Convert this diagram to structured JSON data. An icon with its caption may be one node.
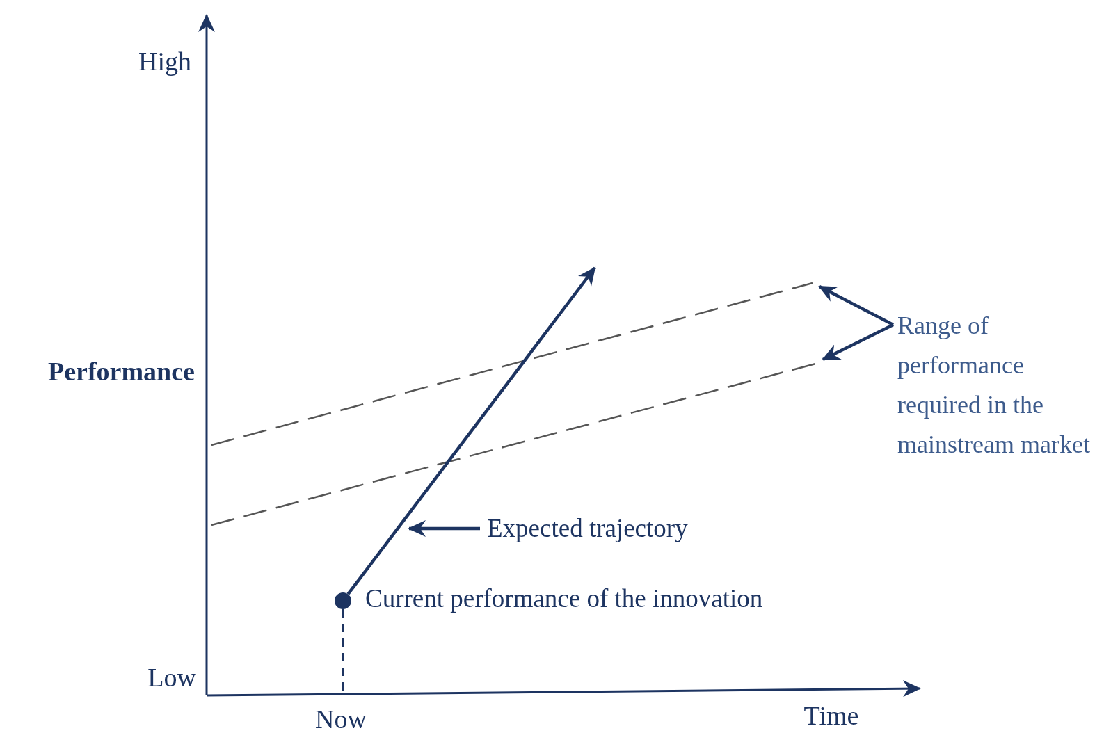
{
  "diagram": {
    "nodes": [
      {
        "text": [
          "Range of performance required in the mainstream market"
        ]
      },
      {
        "text": [],
        "shape": "circle",
        "beside": [
          "Current performance of the innovation"
        ]
      },
      {
        "text": [
          "Expected trajectory"
        ]
      }
    ],
    "edges": [
      {
        "from": 0,
        "to": null,
        "arrow": "to"
      },
      {
        "from": 0,
        "to": null,
        "arrow": "to"
      },
      {
        "from": 1,
        "to": null,
        "arrow": "to"
      },
      {
        "from": 2,
        "to": null,
        "arrow": "to"
      }
    ],
    "labels": [
      "High",
      "Performance",
      "Low",
      "Now",
      "Time"
    ]
  }
}
